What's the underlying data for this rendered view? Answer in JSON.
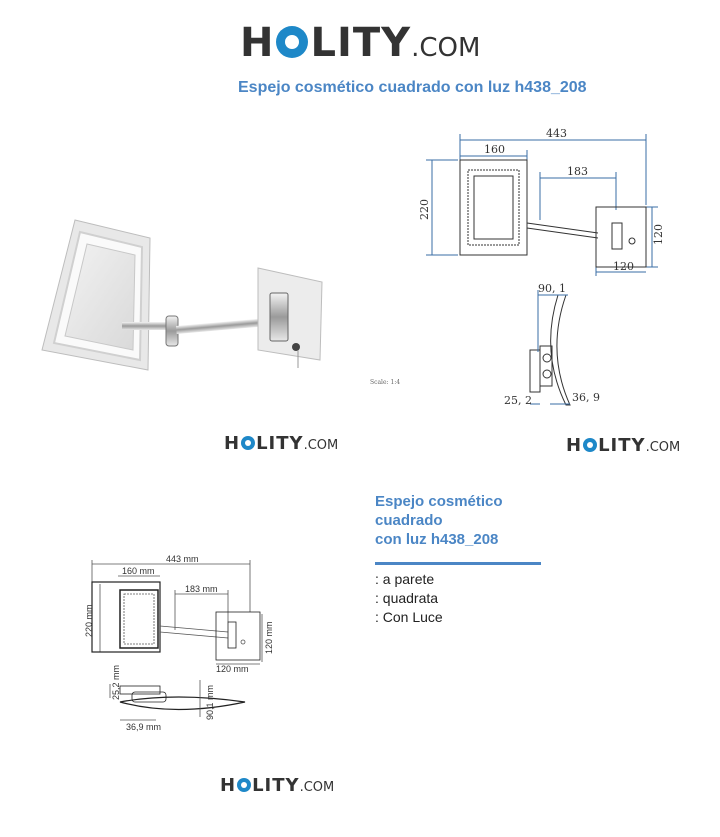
{
  "header": {
    "logo_left": "H",
    "logo_right": "LITY",
    "logo_suffix": ".COM",
    "title": "Espejo cosmético cuadrado con luz h438_208"
  },
  "drawing_1": {
    "dim_total": "443",
    "dim_mirror_w": "160",
    "dim_arm": "183",
    "dim_height": "220",
    "dim_base_h": "120",
    "dim_base_w": "120",
    "dim_depth": "90, 1",
    "dim_bracket": "25, 2",
    "dim_plate": "36, 9",
    "scale": "Scale: 1:4"
  },
  "drawing_2": {
    "dim_total": "443 mm",
    "dim_mirror_w": "160 mm",
    "dim_arm": "183 mm",
    "dim_height": "220 mm",
    "dim_base_h": "120 mm",
    "dim_base_w": "120 mm",
    "dim_bracket": "25,2 mm",
    "dim_depth": "90,1 mm",
    "dim_plate": "36,9 mm"
  },
  "product": {
    "title_line1": "Espejo cosmético cuadrado",
    "title_line2": "con luz h438_208",
    "features": [
      ": a parete",
      ": quadrata",
      ": Con Luce"
    ]
  },
  "colors": {
    "accent": "#4b86c5",
    "logo_blue": "#1e88c8",
    "drawing_blue": "#3a6ea5"
  }
}
